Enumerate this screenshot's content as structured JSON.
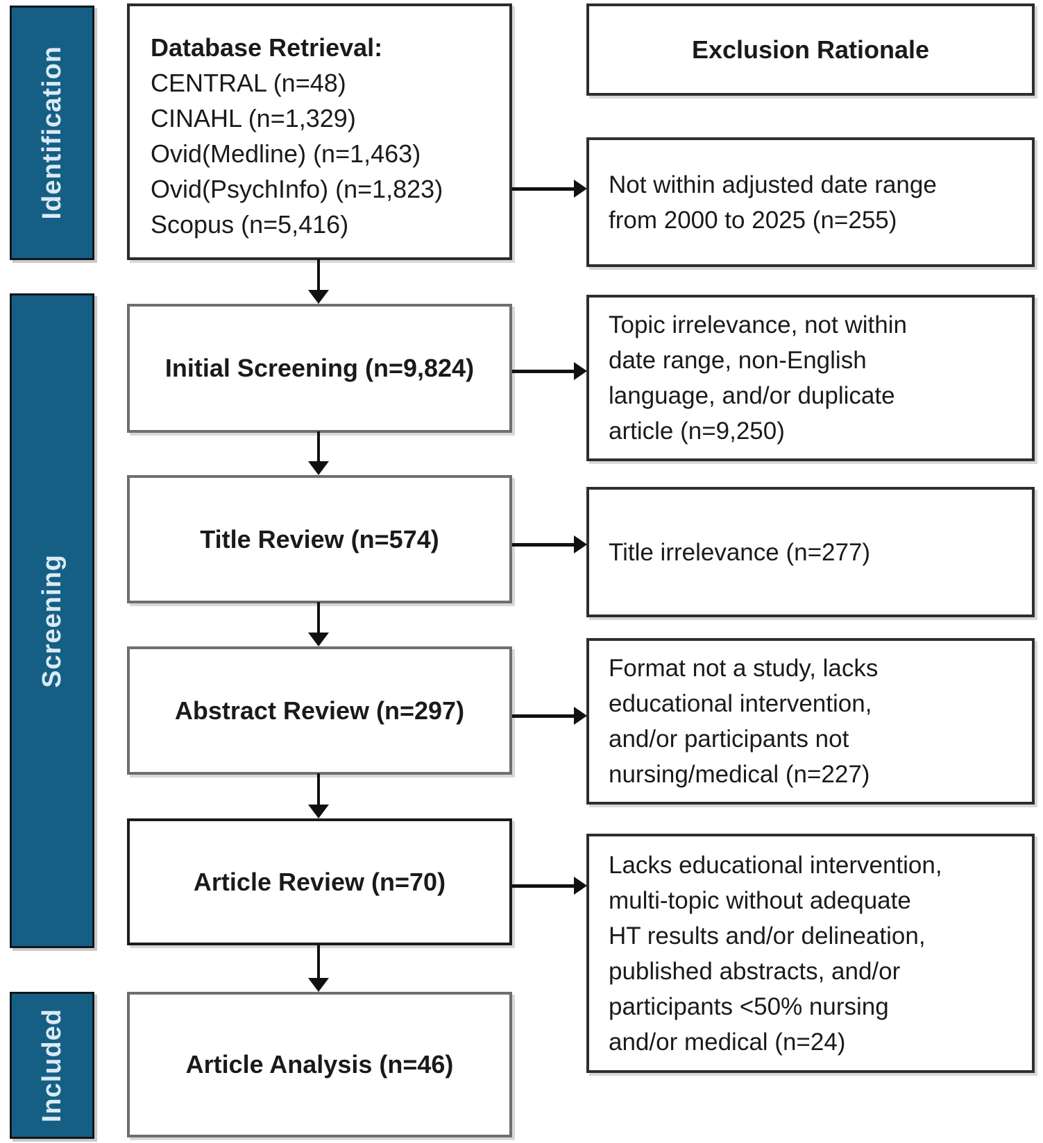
{
  "figure": {
    "type": "prisma-flow-diagram",
    "colors": {
      "stage_fill": "#155f85",
      "stage_text": "#dbeaf4",
      "box_fill": "#ffffff",
      "box_border_dark": "#2b2b2b",
      "box_border_gray": "#6e6e6e",
      "arrow": "#111111",
      "text": "#1a1a1a"
    },
    "stages": {
      "items": [
        {
          "label": "Identification"
        },
        {
          "label": "Screening"
        },
        {
          "label": "Included"
        }
      ]
    },
    "flow": {
      "database_retrieval": {
        "title": "Database Retrieval:",
        "lines": [
          "CENTRAL (n=48)",
          "CINAHL (n=1,329)",
          "Ovid(Medline) (n=1,463)",
          "Ovid(PsychInfo) (n=1,823)",
          "Scopus (n=5,416)"
        ]
      },
      "initial_screening": {
        "label": "Initial Screening (n=9,824)"
      },
      "title_review": {
        "label": "Title Review (n=574)"
      },
      "abstract_review": {
        "label": "Abstract Review (n=297)"
      },
      "article_review": {
        "label": "Article Review (n=70)"
      },
      "article_analysis": {
        "label": "Article Analysis (n=46)"
      }
    },
    "exclusions": {
      "header": "Exclusion Rationale",
      "items": [
        {
          "text": "Not within adjusted date range\nfrom 2000 to 2025 (n=255)"
        },
        {
          "text": "Topic irrelevance, not within\ndate range, non-English\nlanguage, and/or duplicate\narticle (n=9,250)"
        },
        {
          "text": "Title irrelevance (n=277)"
        },
        {
          "text": "Format not a study, lacks\neducational intervention,\nand/or participants not\nnursing/medical (n=227)"
        },
        {
          "text": "Lacks educational intervention,\nmulti-topic without adequate\nHT results and/or delineation,\npublished abstracts, and/or\nparticipants <50% nursing\nand/or medical (n=24)"
        }
      ]
    }
  }
}
